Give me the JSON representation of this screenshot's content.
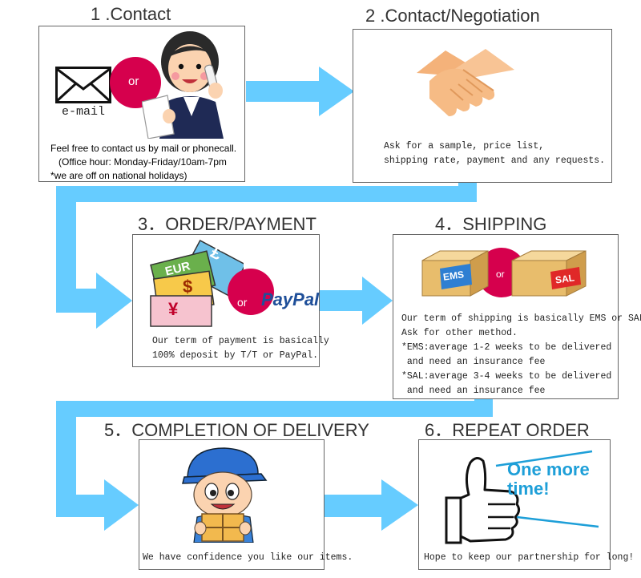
{
  "steps": [
    {
      "title": "1 .Contact",
      "lines": [
        "Feel free to contact us by mail or phonecall.",
        "(Office hour: Monday-Friday/10am-7pm",
        "*we are off on national holidays)"
      ],
      "email_label": "e-mail",
      "or_label": "or"
    },
    {
      "title": "2 .Contact/Negotiation",
      "lines": [
        "Ask for a sample, price list,",
        "shipping rate, payment and any requests."
      ]
    },
    {
      "title": "3．ORDER/PAYMENT",
      "lines": [
        "Our term of payment is basically",
        "100% deposit by T/T or PayPal."
      ],
      "or_label": "or",
      "paypal_label": "PayPal",
      "currency_labels": [
        "EUR",
        "$",
        "¥",
        "£"
      ]
    },
    {
      "title": "4．SHIPPING",
      "lines": [
        "Our term of shipping is basically EMS or SAL.",
        "Ask for other method.",
        "*EMS:average 1-2 weeks to be delivered",
        " and need an insurance fee",
        "*SAL:average 3-4 weeks to be delivered",
        " and need an insurance fee"
      ],
      "or_label": "or",
      "box_labels": [
        "EMS",
        "SAL"
      ]
    },
    {
      "title": "5．COMPLETION OF DELIVERY",
      "lines": [
        "We have confidence you like our items."
      ]
    },
    {
      "title": "6．REPEAT ORDER",
      "lines": [
        "Hope to keep our partnership for long!"
      ],
      "bubble_lines": [
        "One more",
        "time!"
      ]
    }
  ],
  "colors": {
    "arrow": "#66ccff",
    "accent": "#d6004d",
    "bubble_text": "#1e9fd8"
  }
}
